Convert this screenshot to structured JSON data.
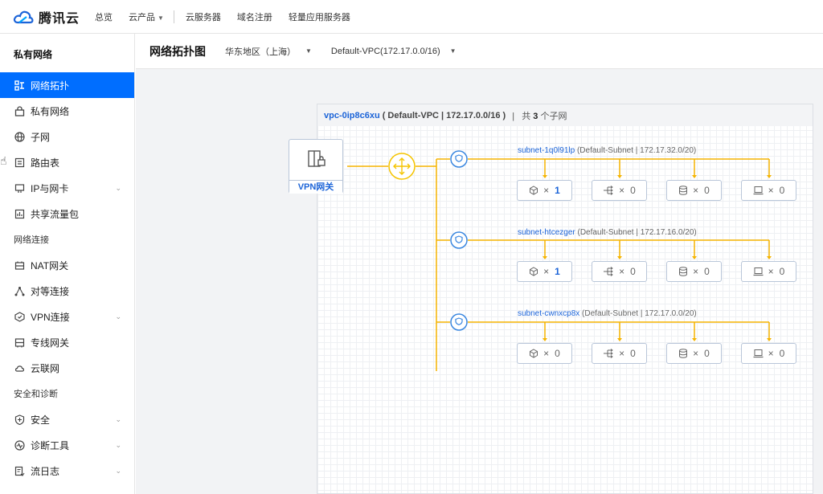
{
  "topbar": {
    "brand": "腾讯云",
    "nav": [
      "总览",
      "云产品",
      "云服务器",
      "域名注册",
      "轻量应用服务器"
    ]
  },
  "sidebar": {
    "title": "私有网络",
    "items": [
      {
        "label": "网络拓扑",
        "icon": "topology-icon",
        "active": true
      },
      {
        "label": "私有网络",
        "icon": "vpc-icon"
      },
      {
        "label": "子网",
        "icon": "globe-icon"
      },
      {
        "label": "路由表",
        "icon": "route-table-icon"
      },
      {
        "label": "IP与网卡",
        "icon": "nic-icon",
        "expandable": true
      },
      {
        "label": "共享流量包",
        "icon": "bandwidth-chart-icon"
      }
    ],
    "group1": "网络连接",
    "items2": [
      {
        "label": "NAT网关",
        "icon": "nat-gateway-icon"
      },
      {
        "label": "对等连接",
        "icon": "peering-icon"
      },
      {
        "label": "VPN连接",
        "icon": "vpn-icon",
        "expandable": true
      },
      {
        "label": "专线网关",
        "icon": "direct-connect-icon"
      },
      {
        "label": "云联网",
        "icon": "ccn-icon"
      }
    ],
    "group2": "安全和诊断",
    "items3": [
      {
        "label": "安全",
        "icon": "shield-icon",
        "expandable": true
      },
      {
        "label": "诊断工具",
        "icon": "diagnose-icon",
        "expandable": true
      },
      {
        "label": "流日志",
        "icon": "flow-log-icon",
        "expandable": true
      }
    ]
  },
  "header": {
    "title": "网络拓扑图",
    "region": "华东地区（上海）",
    "vpc_select": "Default-VPC(172.17.0.0/16)"
  },
  "vpc": {
    "id": "vpc-0ip8c6xu",
    "info": "( Default-VPC | 172.17.0.0/16 )",
    "sep": "|",
    "count_prefix": "共",
    "count": "3",
    "count_suffix": "个子网"
  },
  "vpn_gateway": {
    "label": "VPN网关"
  },
  "subnets": [
    {
      "id": "subnet-1q0l91lp",
      "info": "(Default-Subnet | 172.17.32.0/20)",
      "resources": [
        {
          "icon": "cube-icon",
          "count": "1"
        },
        {
          "icon": "lb-icon",
          "count": "0"
        },
        {
          "icon": "database-icon",
          "count": "0"
        },
        {
          "icon": "laptop-icon",
          "count": "0"
        }
      ]
    },
    {
      "id": "subnet-htcezger",
      "info": "(Default-Subnet | 172.17.16.0/20)",
      "resources": [
        {
          "icon": "cube-icon",
          "count": "1"
        },
        {
          "icon": "lb-icon",
          "count": "0"
        },
        {
          "icon": "database-icon",
          "count": "0"
        },
        {
          "icon": "laptop-icon",
          "count": "0"
        }
      ]
    },
    {
      "id": "subnet-cwnxcp8x",
      "info": "(Default-Subnet | 172.17.0.0/20)",
      "resources": [
        {
          "icon": "cube-icon",
          "count": "0"
        },
        {
          "icon": "lb-icon",
          "count": "0"
        },
        {
          "icon": "database-icon",
          "count": "0"
        },
        {
          "icon": "laptop-icon",
          "count": "0"
        }
      ]
    }
  ],
  "multiplier": "×",
  "colors": {
    "accent": "#006eff",
    "line": "#f5b400",
    "link": "#1c64d8",
    "router": "#f5c400"
  }
}
